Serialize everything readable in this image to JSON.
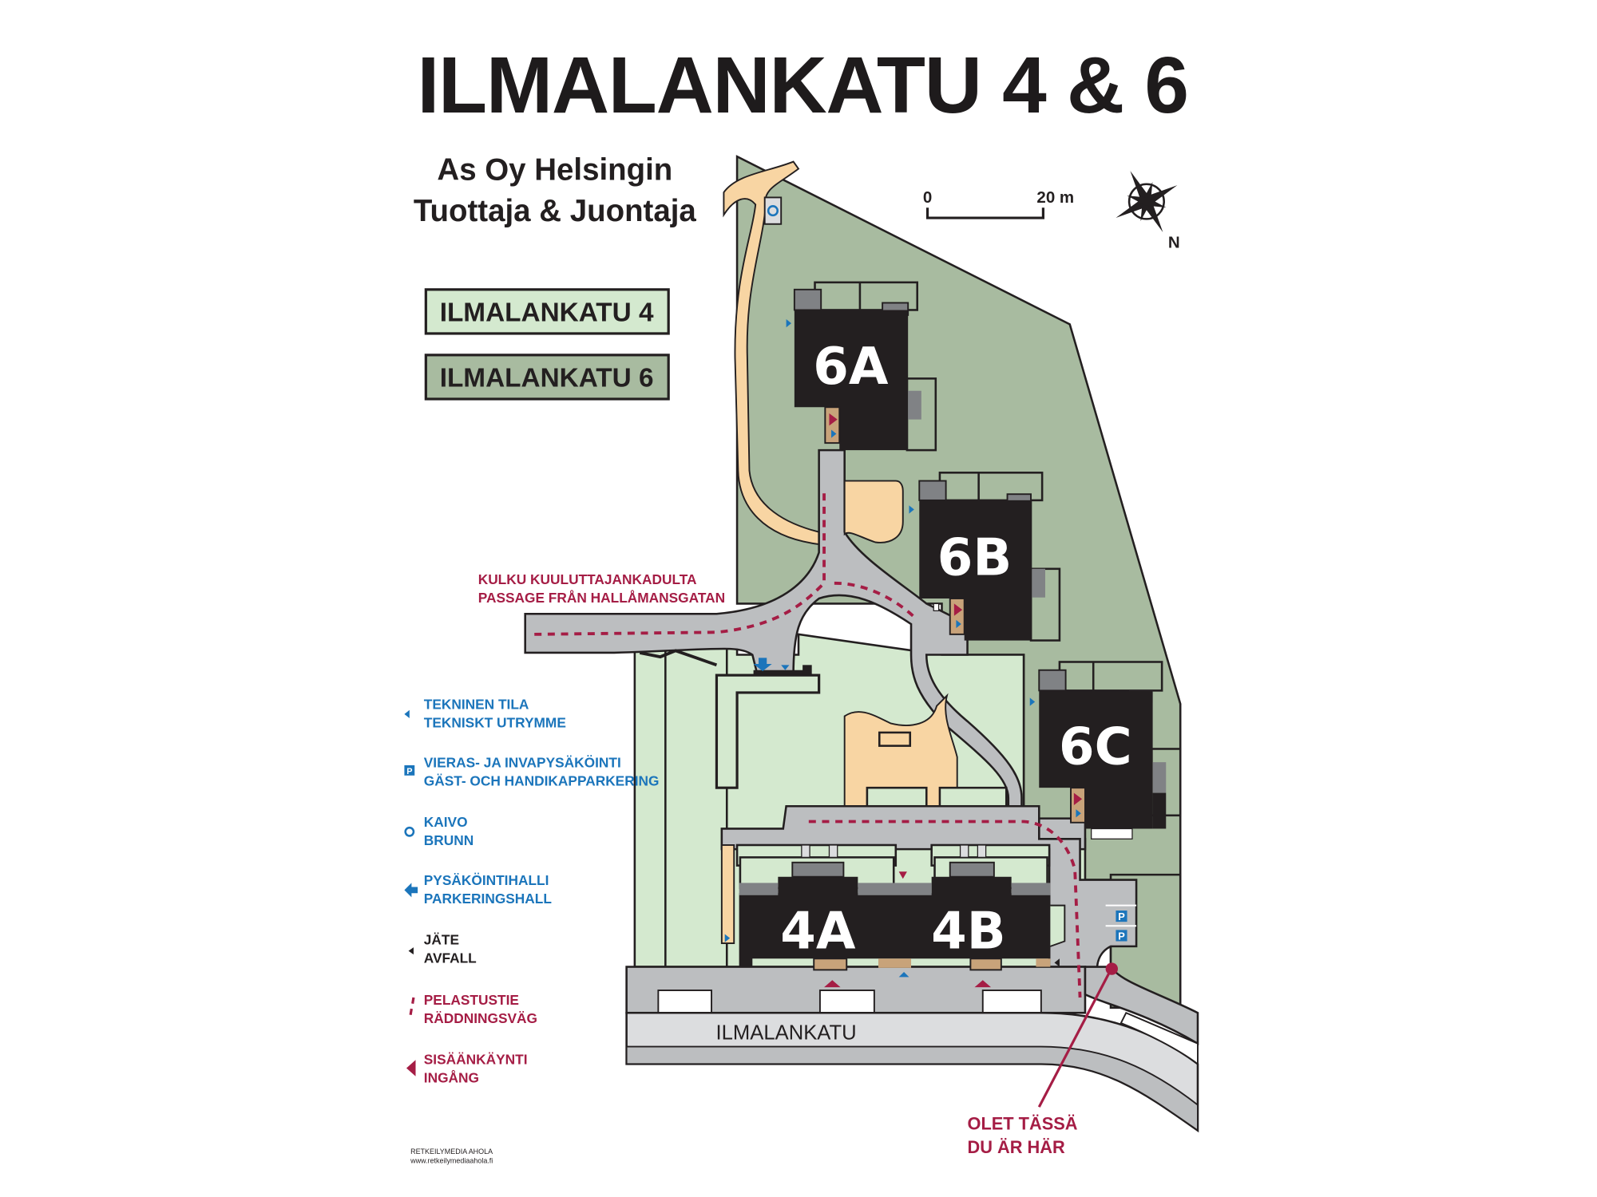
{
  "title": "ILMALANKATU 4 & 6",
  "subtitle": {
    "line1": "As Oy Helsingin",
    "line2": "Tuottaja & Juontaja"
  },
  "address_legend": [
    {
      "label": "ILMALANKATU 4",
      "color": "#d4e9cf"
    },
    {
      "label": "ILMALANKATU 6",
      "color": "#a8bba0"
    }
  ],
  "scale_bar": {
    "start": "0",
    "end": "20 m"
  },
  "compass": {
    "north_label": "N",
    "icon": "compass-rose-icon"
  },
  "buildings": [
    {
      "id": "6A",
      "label": "6A"
    },
    {
      "id": "6B",
      "label": "6B"
    },
    {
      "id": "6C",
      "label": "6C"
    },
    {
      "id": "4A",
      "label": "4A"
    },
    {
      "id": "4B",
      "label": "4B"
    }
  ],
  "passage_label": {
    "line1": "KULKU KUULUTTAJANKADULTA",
    "line2": "PASSAGE FRÅN HALLÅMANSGATAN"
  },
  "street_label": "ILMALANKATU",
  "you_are_here": {
    "line1": "OLET TÄSSÄ",
    "line2": "DU ÄR HÄR"
  },
  "legend": [
    {
      "icon": "technical-room-triangle-icon",
      "line1": "TEKNINEN TILA",
      "line2": "TEKNISKT UTRYMME",
      "color": "#1b75bb"
    },
    {
      "icon": "parking-icon",
      "icon_text": "P",
      "line1": "VIERAS- JA INVAPYSÄKÖINTI",
      "line2": "GÄST- OCH HANDIKAPPARKERING",
      "color": "#1b75bb"
    },
    {
      "icon": "well-circle-icon",
      "line1": "KAIVO",
      "line2": "BRUNN",
      "color": "#1b75bb"
    },
    {
      "icon": "parking-hall-arrow-icon",
      "line1": "PYSÄKÖINTIHALLI",
      "line2": "PARKERINGSHALL",
      "color": "#1b75bb"
    },
    {
      "icon": "waste-triangle-icon",
      "line1": "JÄTE",
      "line2": "AVFALL",
      "color": "#231f20"
    },
    {
      "icon": "rescue-route-dashes-icon",
      "line1": "PELASTUSTIE",
      "line2": "RÄDDNINGSVÄG",
      "color": "#a51d45"
    },
    {
      "icon": "entrance-triangle-icon",
      "line1": "SISÄÄNKÄYNTI",
      "line2": "INGÅNG",
      "color": "#a51d45"
    }
  ],
  "parking_signs": [
    "P",
    "P"
  ],
  "credit": {
    "line1": "RETKEILYMEDIA AHOLA",
    "line2": "www.retkeilymediaahola.fi"
  },
  "colors": {
    "lot4_green": "#d4e9cf",
    "lot6_green": "#a8bba0",
    "road_gray": "#bcbec0",
    "street_gray": "#dcdddf",
    "building": "#231f20",
    "sand": "#f8d5a3",
    "entrance_red": "#a51d45",
    "tech_blue": "#1b75bb"
  }
}
